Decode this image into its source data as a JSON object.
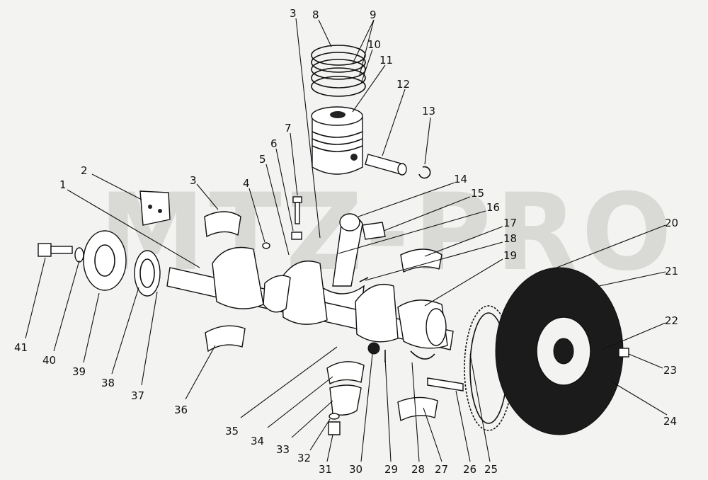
{
  "watermark": "MTZ-PRO",
  "callouts": [
    {
      "id": "c1",
      "text": "1"
    },
    {
      "id": "c2",
      "text": "2"
    },
    {
      "id": "c3a",
      "text": "3"
    },
    {
      "id": "c3b",
      "text": "3"
    },
    {
      "id": "c4",
      "text": "4"
    },
    {
      "id": "c5",
      "text": "5"
    },
    {
      "id": "c6",
      "text": "6"
    },
    {
      "id": "c7",
      "text": "7"
    },
    {
      "id": "c8",
      "text": "8"
    },
    {
      "id": "c9",
      "text": "9"
    },
    {
      "id": "c10",
      "text": "10"
    },
    {
      "id": "c11",
      "text": "11"
    },
    {
      "id": "c12",
      "text": "12"
    },
    {
      "id": "c13",
      "text": "13"
    },
    {
      "id": "c14",
      "text": "14"
    },
    {
      "id": "c15",
      "text": "15"
    },
    {
      "id": "c16",
      "text": "16"
    },
    {
      "id": "c17",
      "text": "17"
    },
    {
      "id": "c18",
      "text": "18"
    },
    {
      "id": "c19",
      "text": "19"
    },
    {
      "id": "c20",
      "text": "20"
    },
    {
      "id": "c21",
      "text": "21"
    },
    {
      "id": "c22",
      "text": "22"
    },
    {
      "id": "c23",
      "text": "23"
    },
    {
      "id": "c24",
      "text": "24"
    },
    {
      "id": "c25",
      "text": "25"
    },
    {
      "id": "c26",
      "text": "26"
    },
    {
      "id": "c27",
      "text": "27"
    },
    {
      "id": "c28",
      "text": "28"
    },
    {
      "id": "c29",
      "text": "29"
    },
    {
      "id": "c30",
      "text": "30"
    },
    {
      "id": "c31",
      "text": "31"
    },
    {
      "id": "c32",
      "text": "32"
    },
    {
      "id": "c33",
      "text": "33"
    },
    {
      "id": "c34",
      "text": "34"
    },
    {
      "id": "c35",
      "text": "35"
    },
    {
      "id": "c36",
      "text": "36"
    },
    {
      "id": "c37",
      "text": "37"
    },
    {
      "id": "c38",
      "text": "38"
    },
    {
      "id": "c39",
      "text": "39"
    },
    {
      "id": "c40",
      "text": "40"
    },
    {
      "id": "c41",
      "text": "41"
    }
  ]
}
